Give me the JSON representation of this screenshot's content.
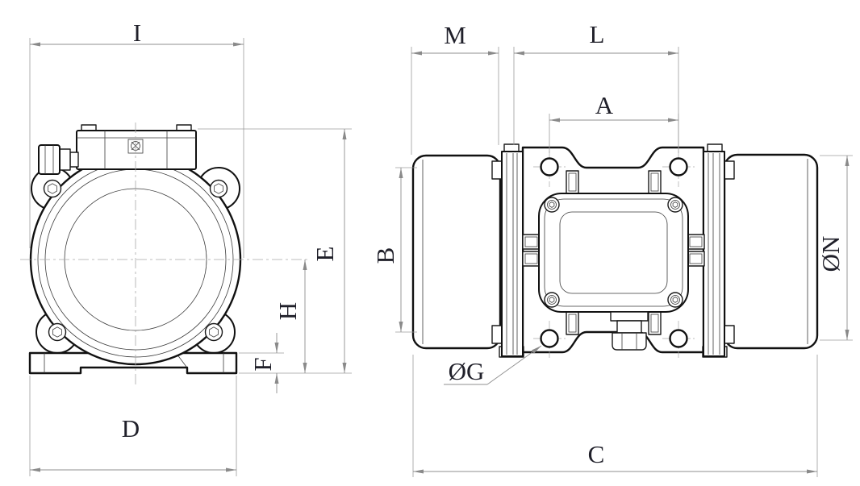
{
  "drawing": {
    "colors": {
      "background": "#ffffff",
      "outline": "#111111",
      "dimension_line": "#8f8f8f",
      "label_text": "#20202a"
    },
    "views": {
      "front": {
        "dims": {
          "I": "I",
          "D": "D",
          "E": "E",
          "H": "H",
          "F": "F"
        }
      },
      "side": {
        "dims": {
          "M": "M",
          "L": "L",
          "A": "A",
          "B": "B",
          "N": "ØN",
          "G": "ØG",
          "C": "C"
        }
      }
    }
  }
}
